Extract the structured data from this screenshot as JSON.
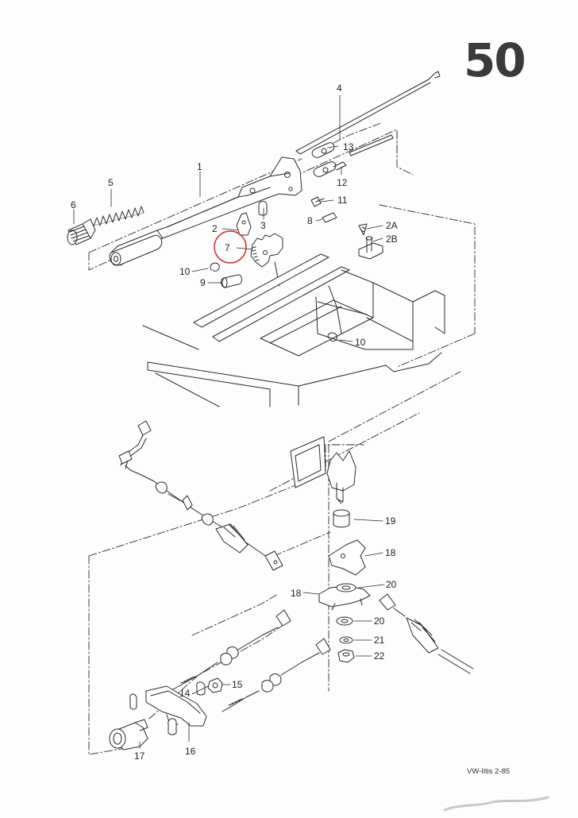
{
  "page": {
    "number": "50",
    "footer": "VW-Iltis  2-85"
  },
  "highlight": {
    "ring_color": "#d8312b",
    "item": "7"
  },
  "colors": {
    "ink": "#2a2a2a"
  },
  "callouts": {
    "c1": "1",
    "c2": "2",
    "c2a": "2A",
    "c2b": "2B",
    "c3": "3",
    "c4": "4",
    "c5": "5",
    "c6": "6",
    "c7": "7",
    "c8": "8",
    "c9": "9",
    "c10a": "10",
    "c10b": "10",
    "c11": "11",
    "c12": "12",
    "c13": "13",
    "c14": "14",
    "c15": "15",
    "c16": "16",
    "c17": "17",
    "c18a": "18",
    "c18b": "18",
    "c19": "19",
    "c20a": "20",
    "c20b": "20",
    "c21": "21",
    "c22": "22"
  }
}
